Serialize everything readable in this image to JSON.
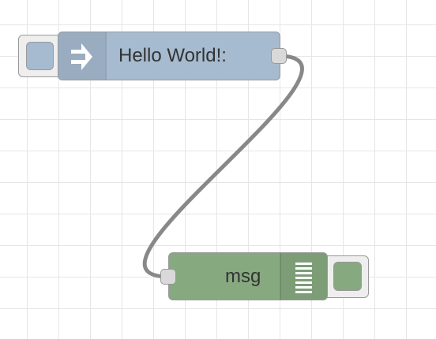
{
  "flow": {
    "nodes": {
      "inject": {
        "label": "Hello World!:",
        "type": "inject",
        "icon": "inject-arrow-icon",
        "color": "#a6bbcf",
        "button_color": "#a6bbcf"
      },
      "debug": {
        "label": "msg",
        "type": "debug",
        "icon": "debug-list-icon",
        "color": "#87a980",
        "button_color": "#87a980"
      }
    },
    "wire": {
      "from": "inject",
      "to": "debug",
      "color": "#888888"
    }
  },
  "colors": {
    "grid": "#e6e6e6",
    "node_border": "#999999",
    "port": "#d9d9d9",
    "button_group": "#eeeeee"
  }
}
